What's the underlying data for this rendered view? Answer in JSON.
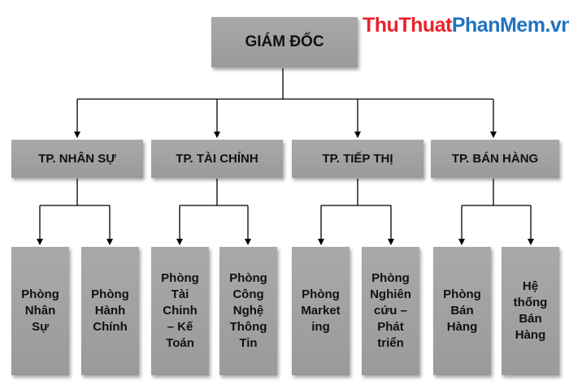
{
  "watermark": {
    "part1": "ThuThuat",
    "part2": "PhanMem.vn",
    "color1": "#e8232a",
    "color2": "#1e73be"
  },
  "root": {
    "label": "GIÁM ĐỐC"
  },
  "departments": [
    {
      "label": "TP. NHÂN SỰ",
      "children": [
        "Phòng\nNhân\nSự",
        "Phòng\nHành\nChính"
      ]
    },
    {
      "label": "TP. TÀI CHÍNH",
      "children": [
        "Phòng\nTài\nChinh\n– Kế\nToán",
        "Phòng\nCông\nNghệ\nThông\nTin"
      ]
    },
    {
      "label": "TP. TIẾP THỊ",
      "children": [
        "Phòng\nMarket\ning",
        "Phòng\nNghiên\ncứu –\nPhát\ntriển"
      ]
    },
    {
      "label": "TP. BÁN HÀNG",
      "children": [
        "Phòng\nBán\nHàng",
        "Hệ\nthống\nBán\nHàng"
      ]
    }
  ],
  "colors": {
    "box": "#a5a5a5",
    "line": "#000000"
  }
}
